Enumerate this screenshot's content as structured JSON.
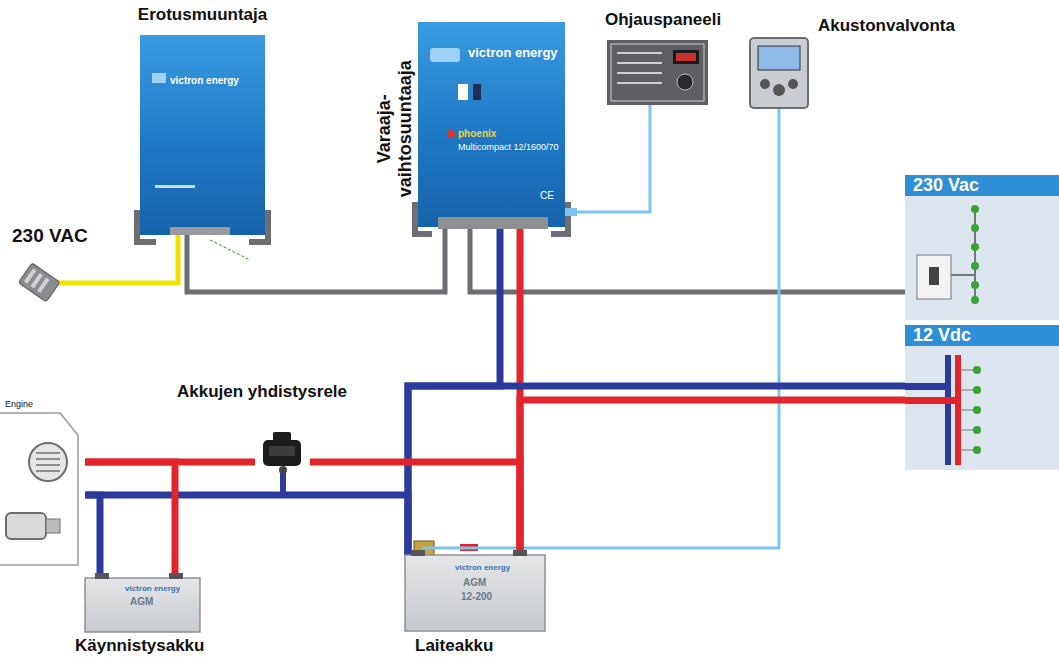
{
  "diagram": {
    "nodes": [
      {
        "text": [
          "Erotusmuuntaja",
          "victron energy"
        ]
      },
      {
        "text": [
          "Varaaja- vaihtosuuntaaja",
          "victron energy",
          "phoenix",
          "Multicompact 12/1600/70",
          "CE"
        ]
      },
      {
        "text": [
          "Ohjauspaneeli"
        ]
      },
      {
        "text": [
          "Akustonvalvonta"
        ]
      },
      {
        "text": [
          "230 VAC"
        ]
      },
      {
        "text": [
          "230 Vac"
        ]
      },
      {
        "text": [
          "12 Vdc"
        ]
      },
      {
        "text": [
          "Engine"
        ]
      },
      {
        "text": [
          "Akkujen yhdistysrele"
        ]
      },
      {
        "text": [
          "victron energy",
          "AGM",
          "Käynnistysakku"
        ]
      },
      {
        "text": [
          "victron energy",
          "AGM",
          "12-200",
          "Laiteakku"
        ]
      }
    ],
    "edges": [
      {
        "from": 4,
        "to": 0,
        "arrow": "none"
      },
      {
        "from": 0,
        "to": 1,
        "arrow": "none"
      },
      {
        "from": 1,
        "to": 5,
        "arrow": "none"
      },
      {
        "from": 1,
        "to": 2,
        "arrow": "none"
      },
      {
        "from": 3,
        "to": 10,
        "arrow": "none"
      },
      {
        "from": 1,
        "to": 10,
        "arrow": "none"
      },
      {
        "from": 1,
        "to": 10,
        "arrow": "none"
      },
      {
        "from": 10,
        "to": 6,
        "arrow": "none"
      },
      {
        "from": 10,
        "to": 6,
        "arrow": "none"
      },
      {
        "from": 7,
        "to": 8,
        "arrow": "none"
      },
      {
        "from": 8,
        "to": 10,
        "arrow": "none"
      },
      {
        "from": 7,
        "to": 10,
        "arrow": "none"
      },
      {
        "from": 9,
        "to": 7,
        "arrow": "none"
      },
      {
        "from": 9,
        "to": 7,
        "arrow": "none"
      }
    ]
  }
}
